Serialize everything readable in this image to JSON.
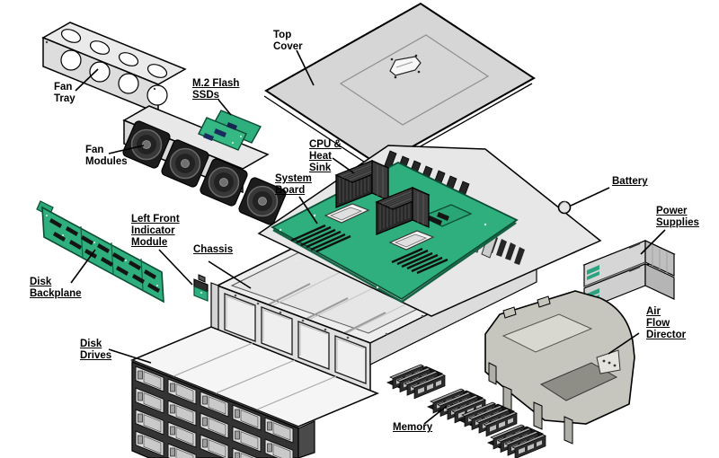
{
  "diagram": {
    "type": "exploded-hardware-diagram",
    "labels": [
      {
        "id": "fan-tray",
        "lines": [
          "Fan",
          "Tray"
        ],
        "underlined": false
      },
      {
        "id": "m2-flash-ssds",
        "lines": [
          "M.2 Flash",
          "SSDs"
        ],
        "underlined": true
      },
      {
        "id": "top-cover",
        "lines": [
          "Top",
          "Cover"
        ],
        "underlined": false
      },
      {
        "id": "fan-modules",
        "lines": [
          "Fan",
          "Modules"
        ],
        "underlined": false
      },
      {
        "id": "cpu-heat-sink",
        "lines": [
          "CPU &",
          "Heat",
          "Sink"
        ],
        "underlined": true
      },
      {
        "id": "system-board",
        "lines": [
          "System",
          "Board"
        ],
        "underlined": true
      },
      {
        "id": "battery",
        "lines": [
          "Battery"
        ],
        "underlined": true
      },
      {
        "id": "power-supplies",
        "lines": [
          "Power",
          "Supplies"
        ],
        "underlined": true
      },
      {
        "id": "left-front-indicator-module",
        "lines": [
          "Left Front",
          "Indicator",
          "Module"
        ],
        "underlined": true
      },
      {
        "id": "chassis",
        "lines": [
          "Chassis"
        ],
        "underlined": true
      },
      {
        "id": "disk-backplane",
        "lines": [
          "Disk",
          "Backplane"
        ],
        "underlined": true
      },
      {
        "id": "disk-drives",
        "lines": [
          "Disk",
          "Drives"
        ],
        "underlined": true
      },
      {
        "id": "memory",
        "lines": [
          "Memory"
        ],
        "underlined": true
      },
      {
        "id": "air-flow-director",
        "lines": [
          "Air",
          "Flow",
          "Director"
        ],
        "underlined": true
      }
    ],
    "colors": {
      "background": "#FFFFFF",
      "outline": "#000000",
      "pcb_green": "#2FAF7E",
      "metal_light": "#EDEDED",
      "metal_mid": "#D6D6D6",
      "metal_dark": "#9A9A9A",
      "fan_dark": "#1C1C1C",
      "psu_stripe_teal": "#2BA380",
      "label_text": "#000000"
    }
  }
}
